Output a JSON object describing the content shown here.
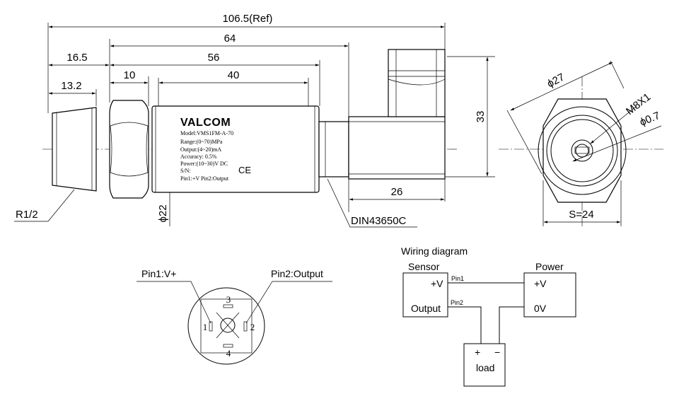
{
  "dimensions": {
    "overall": "106.5(Ref)",
    "d64": "64",
    "d56": "56",
    "d40": "40",
    "d16_5": "16.5",
    "d13_2": "13.2",
    "d10": "10",
    "d33": "33",
    "d26": "26",
    "dia22": "ϕ22",
    "dia27": "ϕ27",
    "thread_m": "M8X1",
    "dia0_7": "ϕ0.7",
    "hex": "S=24"
  },
  "callouts": {
    "thread": "R1/2",
    "connector": "DIN43650C"
  },
  "label": {
    "brand": "VALCOM",
    "model": "Model:VMS1FM-A-70",
    "range": "Range:(0~70)MPa",
    "output": "Output:(4~20)mA",
    "accuracy": "Accuracy: 0.5%",
    "power": "Power:(10~30)V DC",
    "sn": "S/N:",
    "pins": "Pin1:+V   Pin2:Output",
    "ce": "CE"
  },
  "pinout": {
    "pin1_label": "Pin1:V+",
    "pin2_label": "Pin2:Output",
    "n1": "1",
    "n2": "2",
    "n3": "3",
    "n4": "4"
  },
  "wiring": {
    "title": "Wiring diagram",
    "sensor": "Sensor",
    "sensor_v": "+V",
    "sensor_out": "Output",
    "pin1": "Pin1",
    "pin2": "Pin2",
    "power": "Power",
    "power_v": "+V",
    "power_0v": "0V",
    "plus": "+",
    "minus": "−",
    "load": "load"
  }
}
